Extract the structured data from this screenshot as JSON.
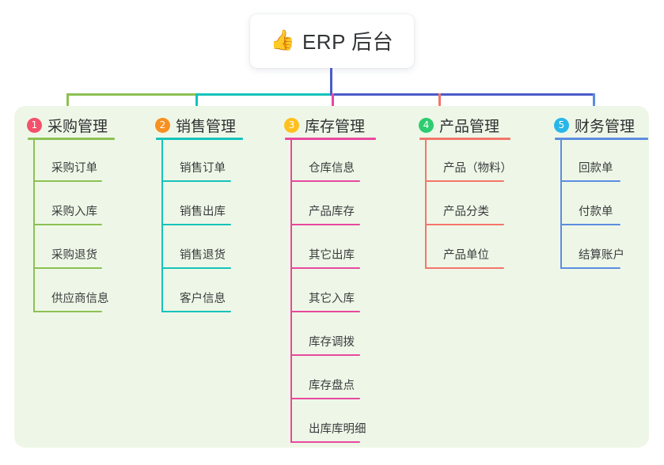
{
  "root": {
    "emoji": "👍",
    "emoji_name": "thumbs-up-emoji",
    "title": "ERP 后台"
  },
  "colors": {
    "page_background": "#ffffff",
    "panel_background": "#eef7e7",
    "root_stem": "#4a5bc9",
    "trunk_right": "#4a5bc9",
    "column_1": "#8cc152",
    "column_2": "#15c3ba",
    "column_3": "#e8489f",
    "column_4": "#f4756a",
    "column_5": "#5b8de0",
    "badge_1": "#f4516c",
    "badge_2": "#f89021",
    "badge_3": "#ffc020",
    "badge_4": "#2ecc71",
    "badge_5": "#29b6e8",
    "title_text": "#323436",
    "item_text": "#3a3c3e"
  },
  "columns": [
    {
      "index": "1",
      "title": "采购管理",
      "badge_color": "#f4516c",
      "line_color": "#8cc152",
      "items": [
        {
          "label": "采购订单"
        },
        {
          "label": "采购入库"
        },
        {
          "label": "采购退货"
        },
        {
          "label": "供应商信息"
        }
      ]
    },
    {
      "index": "2",
      "title": "销售管理",
      "badge_color": "#f89021",
      "line_color": "#15c3ba",
      "items": [
        {
          "label": "销售订单"
        },
        {
          "label": "销售出库"
        },
        {
          "label": "销售退货"
        },
        {
          "label": "客户信息"
        }
      ]
    },
    {
      "index": "3",
      "title": "库存管理",
      "badge_color": "#ffc020",
      "line_color": "#e8489f",
      "items": [
        {
          "label": "仓库信息"
        },
        {
          "label": "产品库存"
        },
        {
          "label": "其它出库"
        },
        {
          "label": "其它入库"
        },
        {
          "label": "库存调拨"
        },
        {
          "label": "库存盘点"
        },
        {
          "label": "出库库明细"
        }
      ]
    },
    {
      "index": "4",
      "title": "产品管理",
      "badge_color": "#2ecc71",
      "line_color": "#f4756a",
      "items": [
        {
          "label": "产品（物料）"
        },
        {
          "label": "产品分类"
        },
        {
          "label": "产品单位"
        }
      ]
    },
    {
      "index": "5",
      "title": "财务管理",
      "badge_color": "#29b6e8",
      "line_color": "#5b8de0",
      "items": [
        {
          "label": "回款单"
        },
        {
          "label": "付款单"
        },
        {
          "label": "结算账户"
        }
      ]
    }
  ]
}
